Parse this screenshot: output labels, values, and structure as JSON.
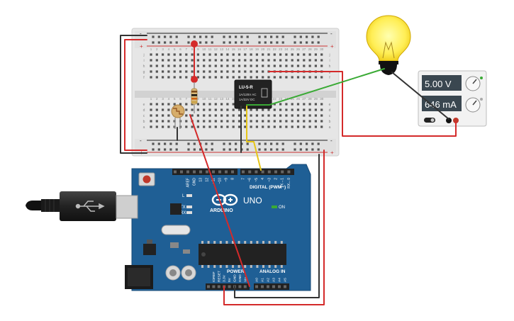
{
  "breadboard": {
    "rail_minus": "-",
    "rail_plus": "+",
    "column_numbers": [
      "1",
      "2",
      "3",
      "4",
      "5",
      "6",
      "7",
      "8",
      "9",
      "10",
      "11",
      "12",
      "13",
      "14",
      "15",
      "16",
      "17",
      "18",
      "19",
      "20",
      "21",
      "22",
      "23",
      "24",
      "25",
      "26",
      "27",
      "28",
      "29",
      "30"
    ],
    "row_letters_top": [
      "j",
      "i",
      "h",
      "g",
      "f"
    ],
    "row_letters_bottom": [
      "e",
      "d",
      "c",
      "b",
      "a"
    ]
  },
  "relay": {
    "model": "LU-5-R",
    "line1": "1A/125V AC",
    "line2": "1A/32V DC"
  },
  "power_supply": {
    "voltage": "5.00 V",
    "current": "646 mA",
    "voltage_value": 5.0,
    "current_value": 646
  },
  "arduino": {
    "brand": "ARDUINO",
    "model": "UNO",
    "on_label": "ON",
    "digital_label": "DIGITAL (PWM~)",
    "power_label": "POWER",
    "analog_label": "ANALOG IN",
    "led_l": "L",
    "led_tx": "TX",
    "led_rx": "RX",
    "digital_pins": [
      "AREF",
      "GND",
      "13",
      "12",
      "~11",
      "~10",
      "~9",
      "8",
      "7",
      "~6",
      "~5",
      "4",
      "~3",
      "2",
      "TX→1",
      "RX←0"
    ],
    "power_pins": [
      "IOREF",
      "RESET",
      "3.3V",
      "5V",
      "GND",
      "GND",
      "Vin"
    ],
    "analog_pins": [
      "A0",
      "A1",
      "A2",
      "A3",
      "A4",
      "A5"
    ]
  },
  "colors": {
    "wire_red": "#d42a2a",
    "wire_black": "#333333",
    "wire_green": "#3aaa35",
    "wire_yellow": "#e6c619",
    "board_blue": "#1f5f95",
    "breadboard": "#e8e8e8",
    "supply_display": "#3a4750"
  },
  "icons": [
    "light-bulb-icon",
    "photoresistor-icon",
    "resistor-icon",
    "usb-plug-icon"
  ]
}
